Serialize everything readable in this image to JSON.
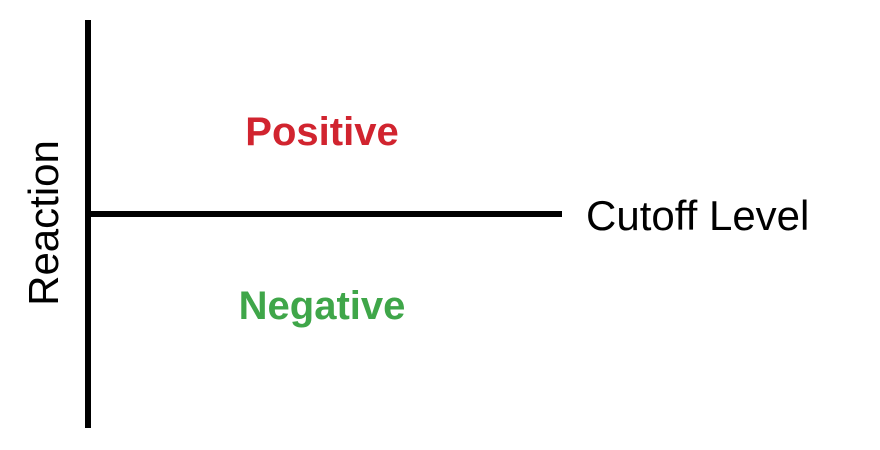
{
  "labels": {
    "y_axis": "Reaction",
    "cutoff": "Cutoff Level",
    "positive": "Positive",
    "negative": "Negative"
  },
  "colors": {
    "positive": "#d1242f",
    "negative": "#3fa649",
    "axis": "#000000"
  }
}
